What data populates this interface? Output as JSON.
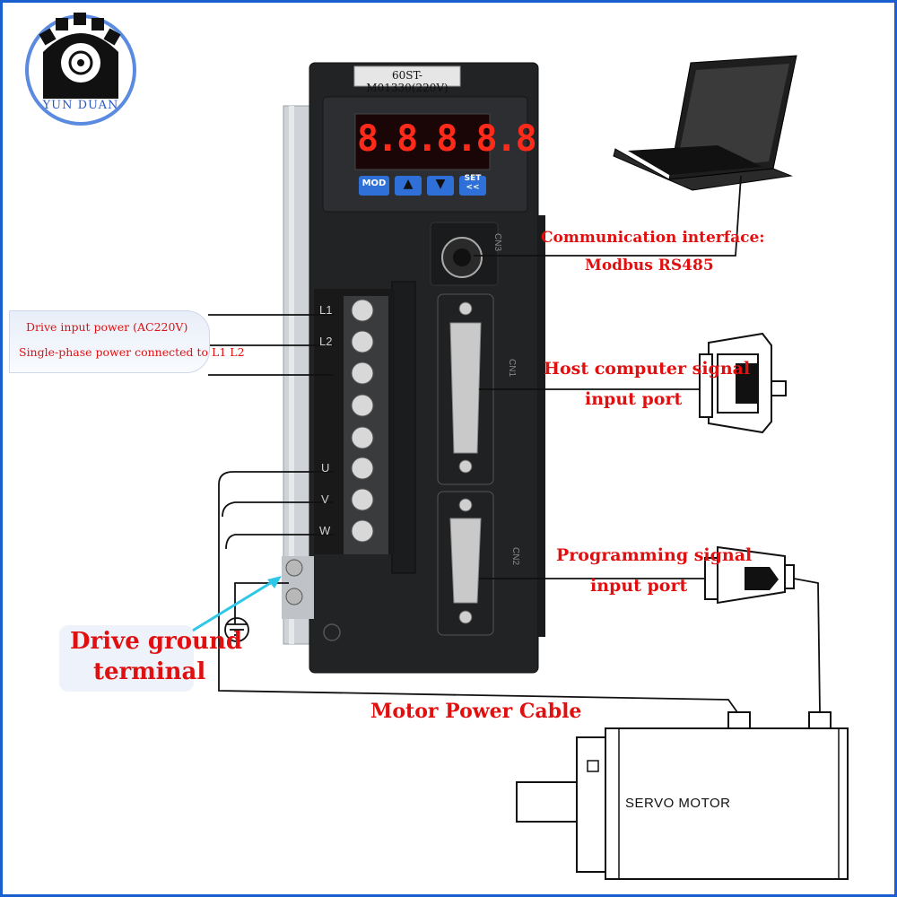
{
  "logo": {
    "brand": "YUN DUAN"
  },
  "drive": {
    "model_label": "60ST-M01330(220V)",
    "display_digits": "8.8.8.8.8",
    "buttons": [
      "MOD",
      "▲",
      "▼",
      "SET"
    ],
    "set_sub": "<<",
    "terminals": [
      "L1",
      "L2",
      "",
      "",
      "",
      "U",
      "V",
      "W"
    ],
    "port_cn1": "CN1",
    "port_cn2": "CN2",
    "port_cn3": "CN3"
  },
  "labels": {
    "communication_line1": "Communication interface:",
    "communication_line2": "Modbus RS485",
    "host_line1": "Host computer signal",
    "host_line2": "input port",
    "programming_line1": "Programming signal",
    "programming_line2": "input port",
    "drive_input_line1": "Drive input power (AC220V)",
    "drive_input_line2": "Single-phase power connected to L1 L2",
    "ground_line1": "Drive ground",
    "ground_line2": "terminal",
    "motor_cable": "Motor Power Cable",
    "servo_motor": "SERVO MOTOR"
  },
  "colors": {
    "label_red": "#e01010",
    "frame_blue": "#1a5fd0",
    "display_red": "#ff2a1a",
    "arrow_cyan": "#2fc7e6"
  }
}
